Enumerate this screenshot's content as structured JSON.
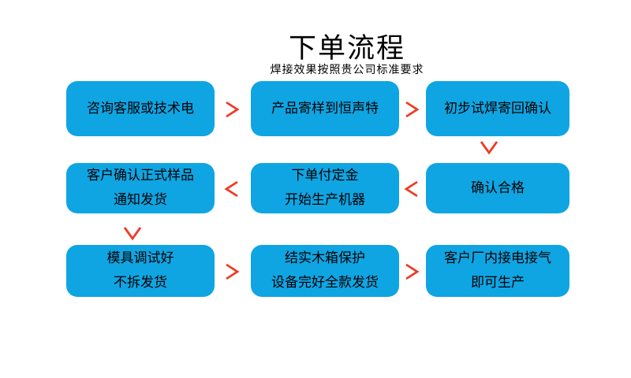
{
  "title": "下单流程",
  "subtitle": "焊接效果按照贵公司标准要求",
  "colors": {
    "background": "#FFFFFF",
    "box": "#0FA5E3",
    "text": "#000000",
    "arrow": "#EE3C25"
  },
  "steps": [
    {
      "id": 1,
      "line1": "咨询客服或技术电",
      "line2": ""
    },
    {
      "id": 2,
      "line1": "产品寄样到恒声特",
      "line2": ""
    },
    {
      "id": 3,
      "line1": "初步试焊寄回确认",
      "line2": ""
    },
    {
      "id": 4,
      "line1": "确认合格",
      "line2": ""
    },
    {
      "id": 5,
      "line1": "下单付定金",
      "line2": "开始生产机器"
    },
    {
      "id": 6,
      "line1": "客户确认正式样品",
      "line2": "通知发货"
    },
    {
      "id": 7,
      "line1": "模具调试好",
      "line2": "不拆发货"
    },
    {
      "id": 8,
      "line1": "结实木箱保护",
      "line2": "设备完好全款发货"
    },
    {
      "id": 9,
      "line1": "客户厂内接电接气",
      "line2": "即可生产"
    }
  ],
  "arrows": [
    {
      "id": "a1",
      "direction": "right",
      "between": [
        "step1",
        "step2"
      ]
    },
    {
      "id": "a2",
      "direction": "right",
      "between": [
        "step2",
        "step3"
      ]
    },
    {
      "id": "a3",
      "direction": "down",
      "between": [
        "step3",
        "step4"
      ]
    },
    {
      "id": "a4",
      "direction": "left",
      "between": [
        "step4",
        "step5"
      ]
    },
    {
      "id": "a5",
      "direction": "left",
      "between": [
        "step5",
        "step6"
      ]
    },
    {
      "id": "a6",
      "direction": "down",
      "between": [
        "step6",
        "step7"
      ]
    },
    {
      "id": "a7",
      "direction": "right",
      "between": [
        "step7",
        "step8"
      ]
    },
    {
      "id": "a8",
      "direction": "right",
      "between": [
        "step8",
        "step9"
      ]
    }
  ]
}
